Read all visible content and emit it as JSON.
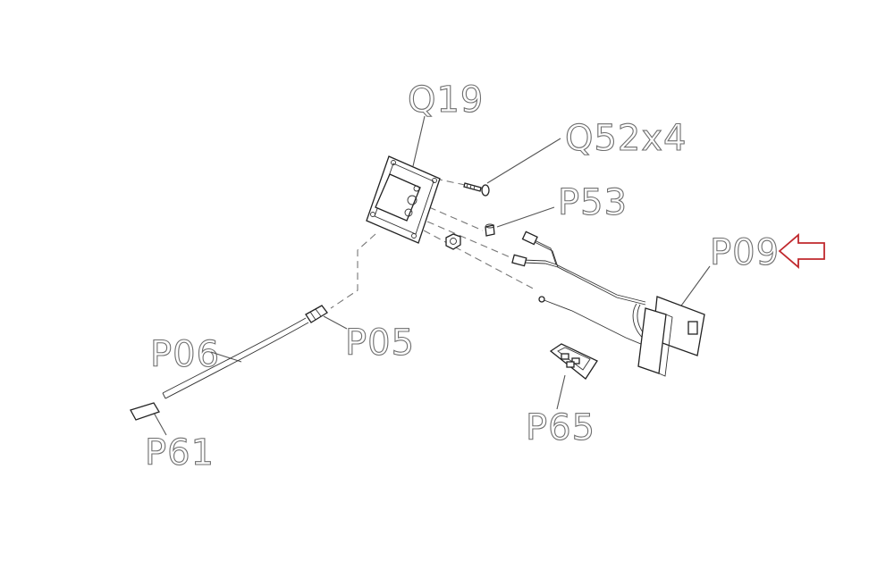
{
  "labels": {
    "q19": "Q19",
    "q52x4": "Q52x4",
    "p53": "P53",
    "p09": "P09",
    "p05": "P05",
    "p06": "P06",
    "p61": "P61",
    "p65": "P65"
  },
  "highlight": {
    "target": "P09",
    "arrow_color": "#c0282d"
  }
}
